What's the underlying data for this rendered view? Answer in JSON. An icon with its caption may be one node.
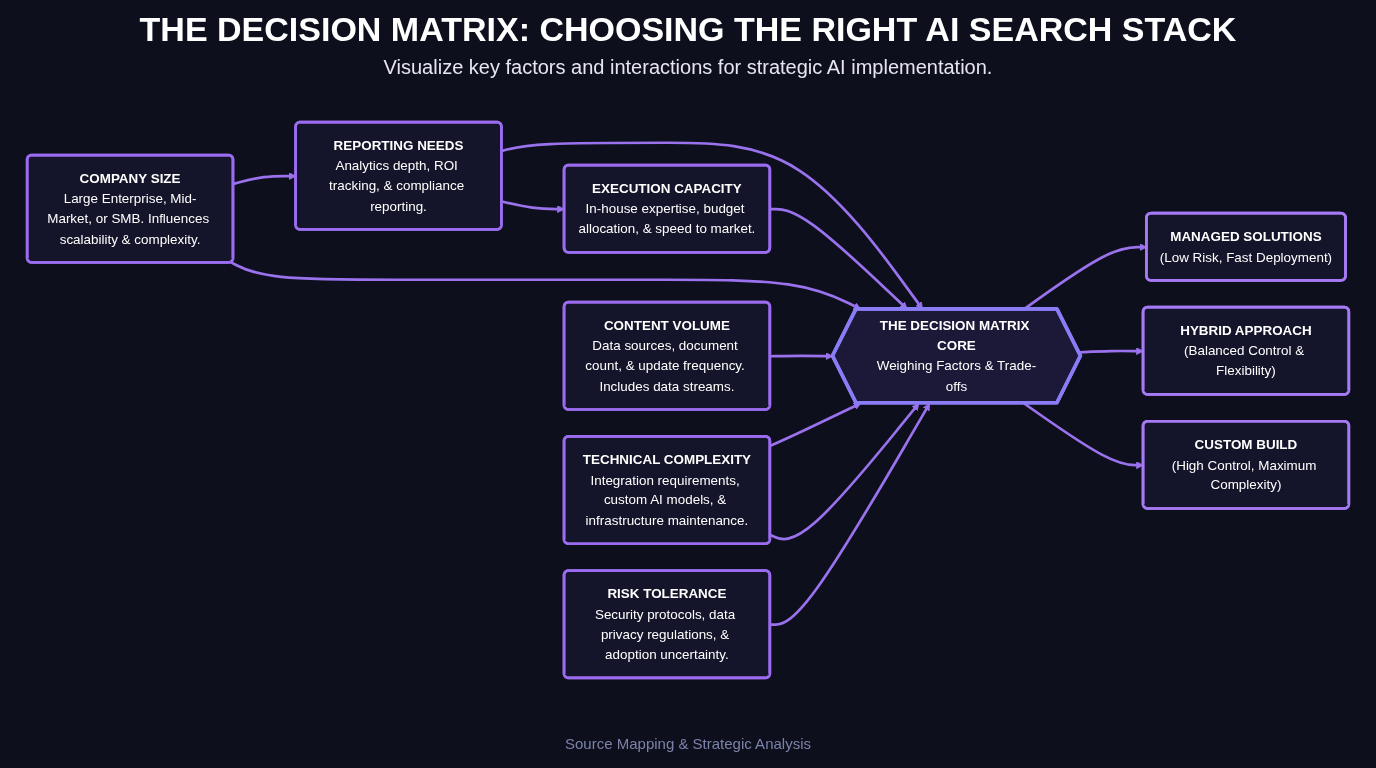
{
  "diagram": {
    "title": "THE DECISION MATRIX: CHOOSING THE RIGHT AI SEARCH STACK",
    "caption": "Visualize key factors and interactions for strategic AI implementation.",
    "nodes": [
      {
        "text": [
          "COMPANY SIZE",
          "Large Enterprise, Mid-Market, or SMB. Influences scalability & complexity."
        ]
      },
      {
        "text": [
          "REPORTING NEEDS",
          "Analytics depth, ROI tracking, & compliance reporting."
        ]
      },
      {
        "text": [
          "EXECUTION CAPACITY",
          "In-house expertise, budget allocation, & speed to market."
        ]
      },
      {
        "text": [
          "CONTENT VOLUME",
          "Data sources, document count, & update frequency. Includes data streams."
        ]
      },
      {
        "text": [
          "TECHNICAL COMPLEXITY",
          "Integration requirements, custom AI models, & infrastructure maintenance."
        ]
      },
      {
        "text": [
          "RISK TOLERANCE",
          "Security protocols, data privacy regulations, & adoption uncertainty."
        ]
      },
      {
        "text": [
          "THE DECISION MATRIX CORE",
          "Weighing Factors & Trade-offs"
        ]
      },
      {
        "text": [
          "MANAGED SOLUTIONS",
          "(Low Risk, Fast Deployment)"
        ]
      },
      {
        "text": [
          "HYBRID APPROACH",
          "(Balanced Control & Flexibility)"
        ]
      },
      {
        "text": [
          "CUSTOM BUILD",
          "(High Control, Maximum Complexity)"
        ]
      }
    ],
    "edges": [
      {
        "from": 0,
        "to": 1,
        "arrow": "to"
      },
      {
        "from": 1,
        "to": 2,
        "arrow": "to"
      },
      {
        "from": 1,
        "to": 6,
        "arrow": "to"
      },
      {
        "from": 2,
        "to": 6,
        "arrow": "to"
      },
      {
        "from": 0,
        "to": 6,
        "arrow": "to"
      },
      {
        "from": 3,
        "to": 6,
        "arrow": "to"
      },
      {
        "from": 4,
        "to": 6,
        "arrow": "to"
      },
      {
        "from": 4,
        "to": 6,
        "arrow": "to"
      },
      {
        "from": 5,
        "to": 6,
        "arrow": "to"
      },
      {
        "from": 6,
        "to": 7,
        "arrow": "to"
      },
      {
        "from": 6,
        "to": 8,
        "arrow": "to"
      },
      {
        "from": 6,
        "to": 9,
        "arrow": "to"
      }
    ],
    "labels": [
      "Source Mapping & Strategic Analysis"
    ]
  }
}
